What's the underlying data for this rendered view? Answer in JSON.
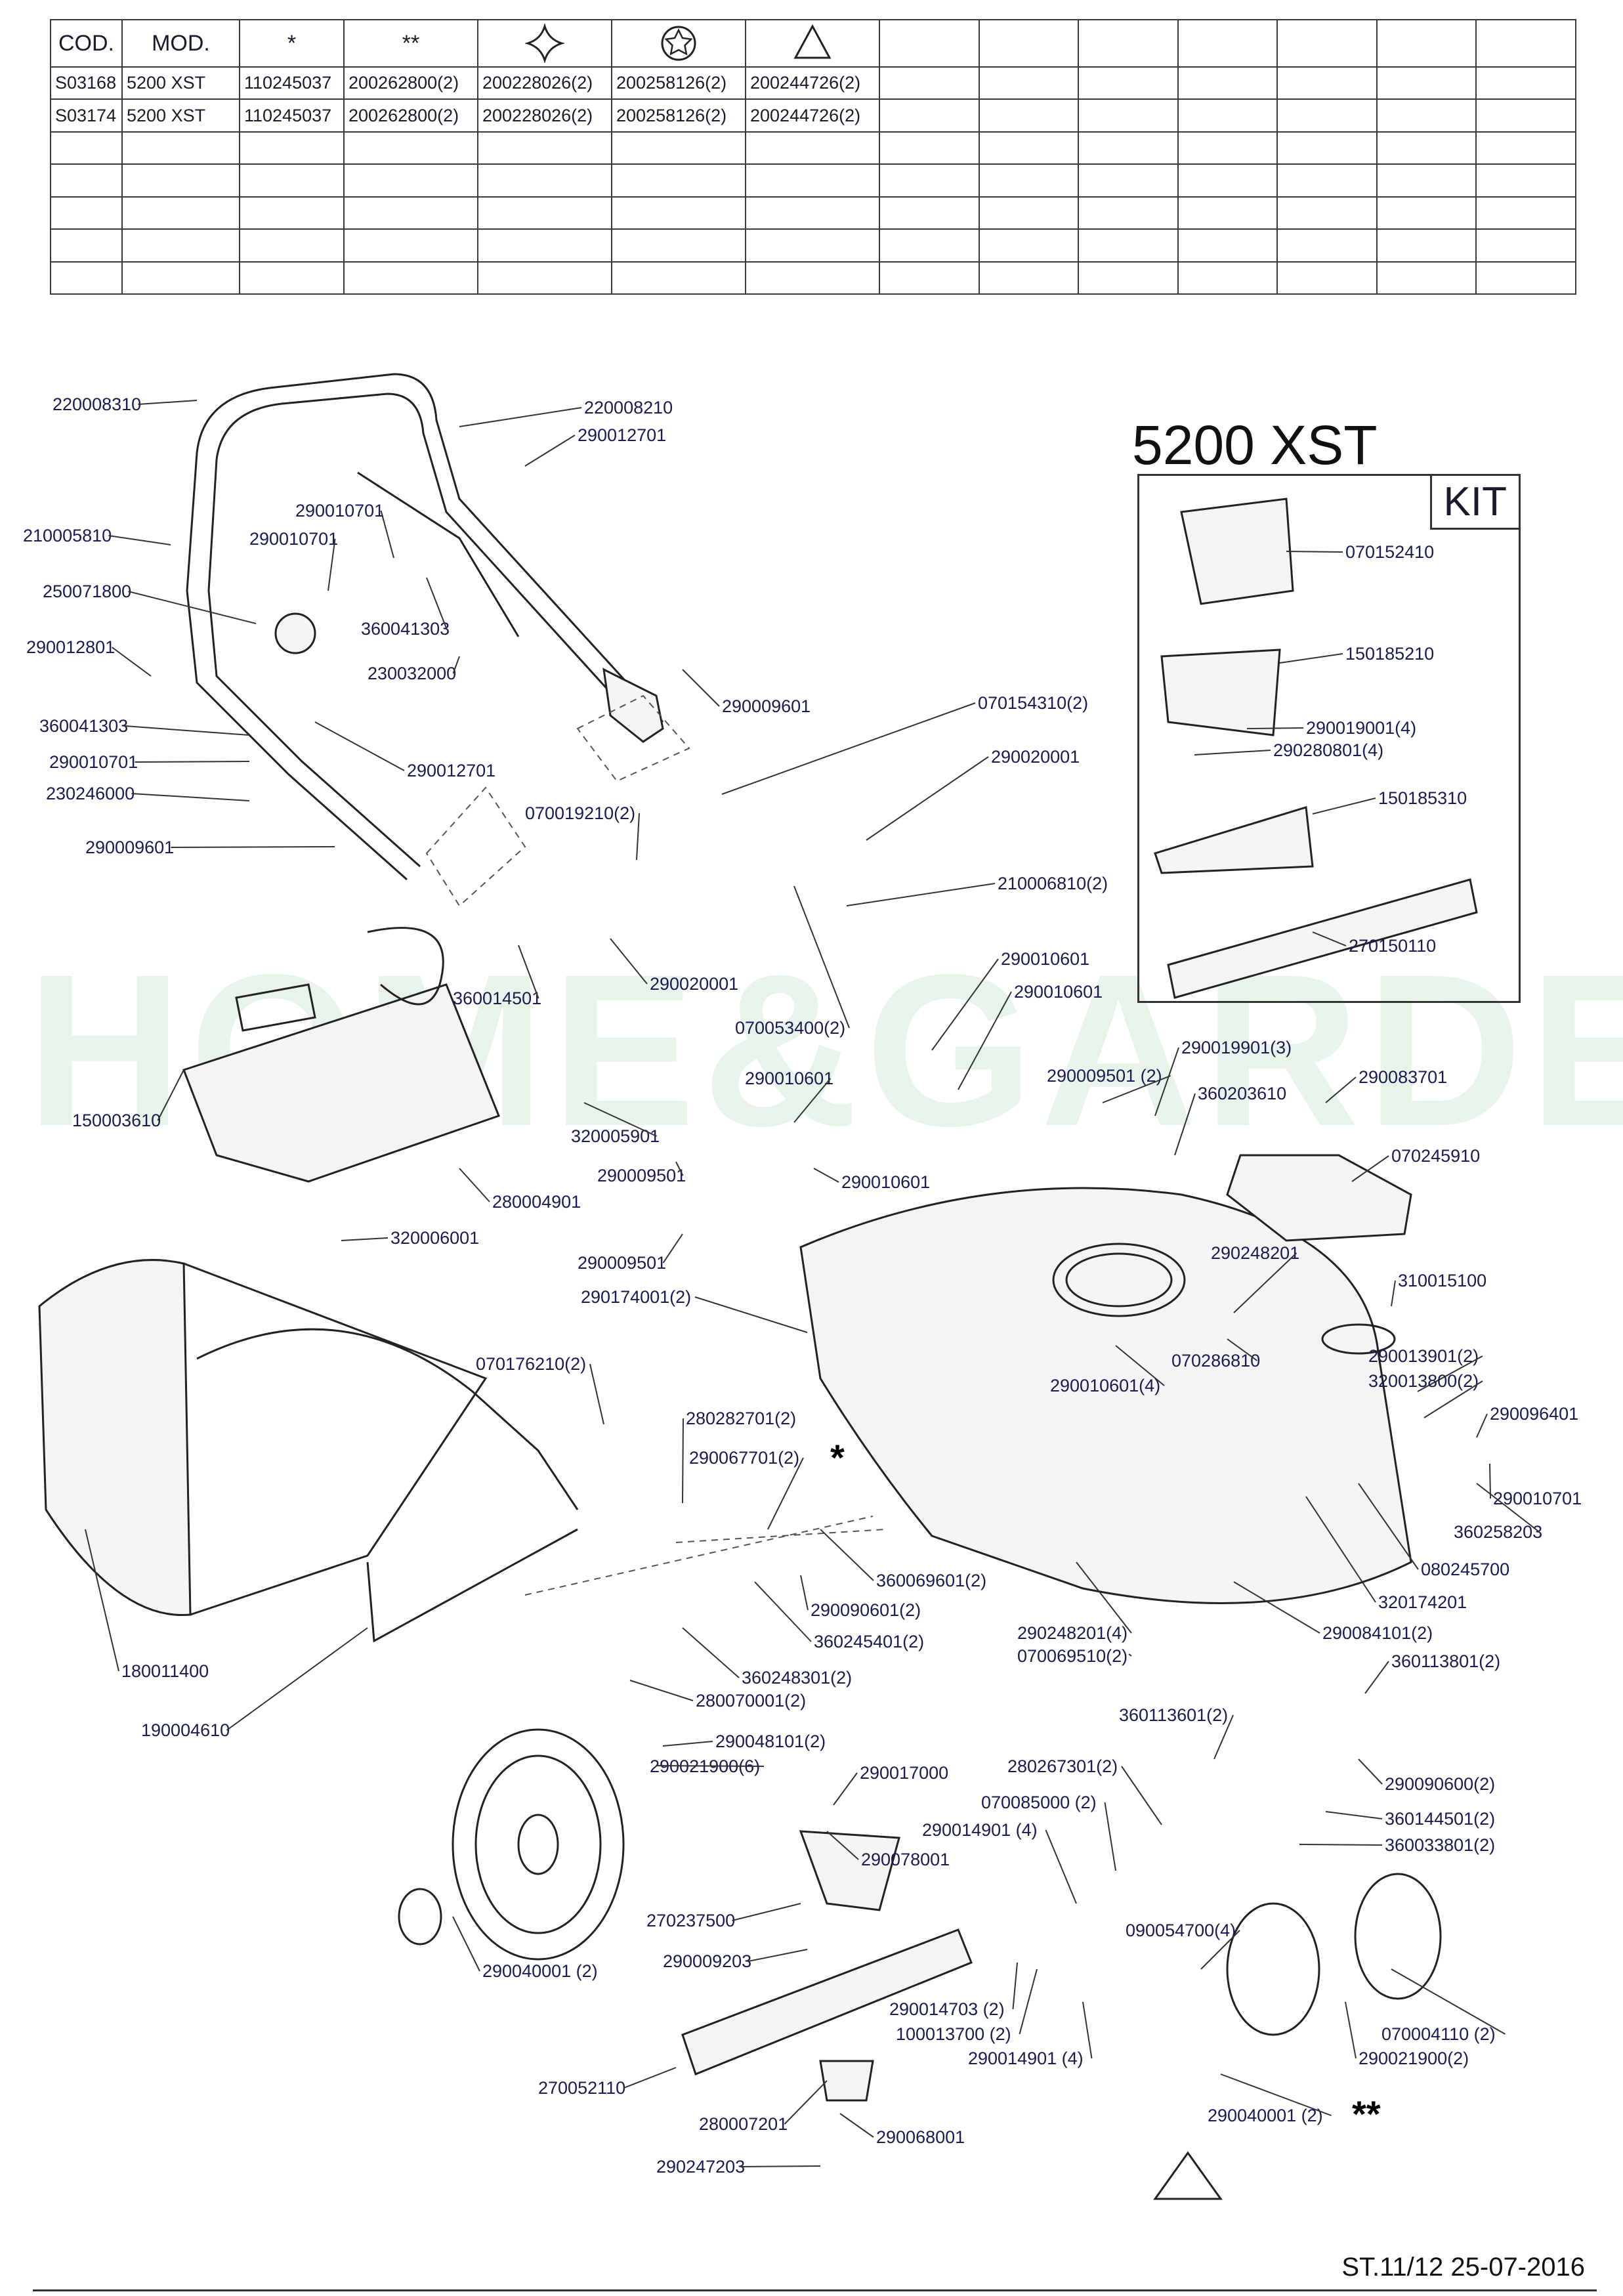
{
  "table": {
    "headers": [
      "COD.",
      "MOD.",
      "*",
      "**",
      "diamond-star-icon",
      "circle-star-icon",
      "triangle-icon"
    ],
    "rows": [
      [
        "S03168",
        "5200 XST",
        "110245037",
        "200262800(2)",
        "200228026(2)",
        "200258126(2)",
        "200244726(2)"
      ],
      [
        "S03174",
        "5200 XST",
        "110245037",
        "200262800(2)",
        "200228026(2)",
        "200258126(2)",
        "200244726(2)"
      ]
    ],
    "empty_rows": 5,
    "total_columns": 14
  },
  "model_title": "5200 XST",
  "kit_label": "KIT",
  "watermark": "HOME&GARDEN",
  "footer": "ST.11/12  25-07-2016",
  "labels": [
    {
      "id": "l1",
      "text": "220008310"
    },
    {
      "id": "l2",
      "text": "220008210"
    },
    {
      "id": "l3",
      "text": "290012701"
    },
    {
      "id": "l4",
      "text": "210005810"
    },
    {
      "id": "l5",
      "text": "290010701"
    },
    {
      "id": "l6",
      "text": "290010701"
    },
    {
      "id": "l7",
      "text": "250071800"
    },
    {
      "id": "l8",
      "text": "360041303"
    },
    {
      "id": "l9",
      "text": "230032000"
    },
    {
      "id": "l10",
      "text": "290012801"
    },
    {
      "id": "l11",
      "text": "360041303"
    },
    {
      "id": "l12",
      "text": "290010701"
    },
    {
      "id": "l13",
      "text": "230246000"
    },
    {
      "id": "l14",
      "text": "290012701"
    },
    {
      "id": "l15",
      "text": "290009601"
    },
    {
      "id": "l16",
      "text": "290009601"
    },
    {
      "id": "l17",
      "text": "070154310(2)"
    },
    {
      "id": "l18",
      "text": "290020001"
    },
    {
      "id": "l19",
      "text": "070019210(2)"
    },
    {
      "id": "l20",
      "text": "210006810(2)"
    },
    {
      "id": "l21",
      "text": "290020001"
    },
    {
      "id": "l22",
      "text": "360014501"
    },
    {
      "id": "l23",
      "text": "070053400(2)"
    },
    {
      "id": "l24",
      "text": "150003610"
    },
    {
      "id": "l25",
      "text": "290010601"
    },
    {
      "id": "l26",
      "text": "290010601"
    },
    {
      "id": "l27",
      "text": "290010601"
    },
    {
      "id": "l28",
      "text": "320005901"
    },
    {
      "id": "l29",
      "text": "290009501"
    },
    {
      "id": "l30",
      "text": "290010601"
    },
    {
      "id": "l31",
      "text": "280004901"
    },
    {
      "id": "l32",
      "text": "290009501"
    },
    {
      "id": "l33",
      "text": "320006001"
    },
    {
      "id": "l34",
      "text": "290019901(3)"
    },
    {
      "id": "l35",
      "text": "290009501 (2)"
    },
    {
      "id": "l36",
      "text": "360203610"
    },
    {
      "id": "l37",
      "text": "290083701"
    },
    {
      "id": "l38",
      "text": "070245910"
    },
    {
      "id": "l39",
      "text": "290248201"
    },
    {
      "id": "l40",
      "text": "310015100"
    },
    {
      "id": "l41",
      "text": "290174001(2)"
    },
    {
      "id": "l42",
      "text": "070286810"
    },
    {
      "id": "l43",
      "text": "290013901(2)"
    },
    {
      "id": "l44",
      "text": "320013800(2)"
    },
    {
      "id": "l45",
      "text": "070176210(2)"
    },
    {
      "id": "l46",
      "text": "290010601(4)"
    },
    {
      "id": "l47",
      "text": "290096401"
    },
    {
      "id": "l48",
      "text": "280282701(2)"
    },
    {
      "id": "l49",
      "text": "290067701(2)"
    },
    {
      "id": "l50",
      "text": "290010701"
    },
    {
      "id": "l51",
      "text": "360258203"
    },
    {
      "id": "l52",
      "text": "080245700"
    },
    {
      "id": "l53",
      "text": "360069601(2)"
    },
    {
      "id": "l54",
      "text": "290090601(2)"
    },
    {
      "id": "l55",
      "text": "320174201"
    },
    {
      "id": "l56",
      "text": "290084101(2)"
    },
    {
      "id": "l57",
      "text": "360245401(2)"
    },
    {
      "id": "l58",
      "text": "290248201(4)"
    },
    {
      "id": "l59",
      "text": "070069510(2)"
    },
    {
      "id": "l60",
      "text": "360113801(2)"
    },
    {
      "id": "l61",
      "text": "360248301(2)"
    },
    {
      "id": "l62",
      "text": "280070001(2)"
    },
    {
      "id": "l63",
      "text": "360113601(2)"
    },
    {
      "id": "l64",
      "text": "180011400"
    },
    {
      "id": "l65",
      "text": "290048101(2)"
    },
    {
      "id": "l66",
      "text": "290021900(6)"
    },
    {
      "id": "l67",
      "text": "190004610"
    },
    {
      "id": "l68",
      "text": "290017000"
    },
    {
      "id": "l69",
      "text": "280267301(2)"
    },
    {
      "id": "l70",
      "text": "290090600(2)"
    },
    {
      "id": "l71",
      "text": "070085000 (2)"
    },
    {
      "id": "l72",
      "text": "360144501(2)"
    },
    {
      "id": "l73",
      "text": "290014901 (4)"
    },
    {
      "id": "l74",
      "text": "360033801(2)"
    },
    {
      "id": "l75",
      "text": "290078001"
    },
    {
      "id": "l76",
      "text": "270237500"
    },
    {
      "id": "l77",
      "text": "090054700(4)"
    },
    {
      "id": "l78",
      "text": "290009203"
    },
    {
      "id": "l79",
      "text": "290040001 (2)"
    },
    {
      "id": "l80",
      "text": "290014703 (2)"
    },
    {
      "id": "l81",
      "text": "070004110 (2)"
    },
    {
      "id": "l82",
      "text": "100013700 (2)"
    },
    {
      "id": "l83",
      "text": "290021900(2)"
    },
    {
      "id": "l84",
      "text": "290014901 (4)"
    },
    {
      "id": "l85",
      "text": "270052110"
    },
    {
      "id": "l86",
      "text": "290040001 (2)"
    },
    {
      "id": "l87",
      "text": "280007201"
    },
    {
      "id": "l88",
      "text": "290068001"
    },
    {
      "id": "l89",
      "text": "290247203"
    },
    {
      "id": "k1",
      "text": "070152410"
    },
    {
      "id": "k2",
      "text": "150185210"
    },
    {
      "id": "k3",
      "text": "290019001(4)"
    },
    {
      "id": "k4",
      "text": "290280801(4)"
    },
    {
      "id": "k5",
      "text": "150185310"
    },
    {
      "id": "k6",
      "text": "270150110"
    }
  ],
  "markers": [
    "*",
    "**"
  ]
}
